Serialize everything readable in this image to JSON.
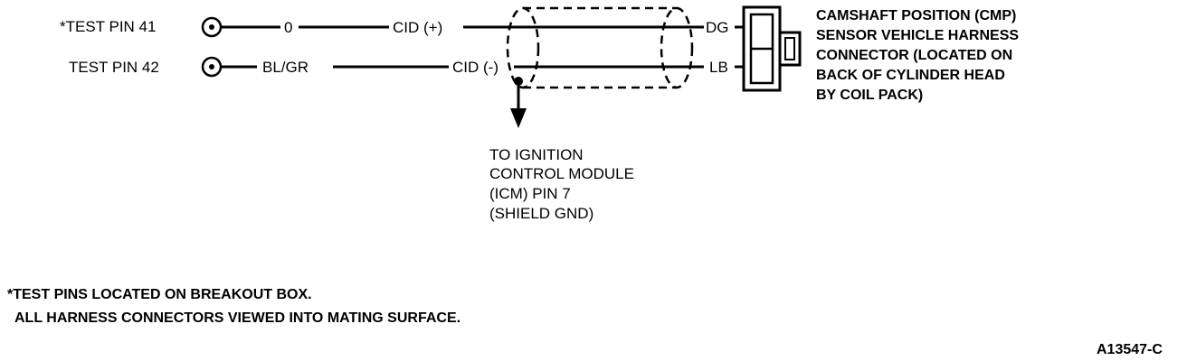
{
  "pins": {
    "pin41": "*TEST PIN 41",
    "pin42": "TEST PIN 42"
  },
  "wires": {
    "top_color": "0",
    "top_cid": "CID (+)",
    "top_end": "DG",
    "bottom_color": "BL/GR",
    "bottom_cid": "CID (-)",
    "bottom_end": "LB"
  },
  "connector_label": [
    "CAMSHAFT POSITION (CMP)",
    "SENSOR VEHICLE HARNESS",
    "CONNECTOR (LOCATED ON",
    "BACK OF CYLINDER HEAD",
    "BY COIL PACK)"
  ],
  "ground_label": [
    "TO IGNITION",
    "CONTROL MODULE",
    "(ICM) PIN 7",
    "(SHIELD GND)"
  ],
  "notes": [
    "*TEST PINS LOCATED ON BREAKOUT BOX.",
    "ALL HARNESS CONNECTORS VIEWED INTO MATING SURFACE."
  ],
  "figure_id": "A13547-C"
}
